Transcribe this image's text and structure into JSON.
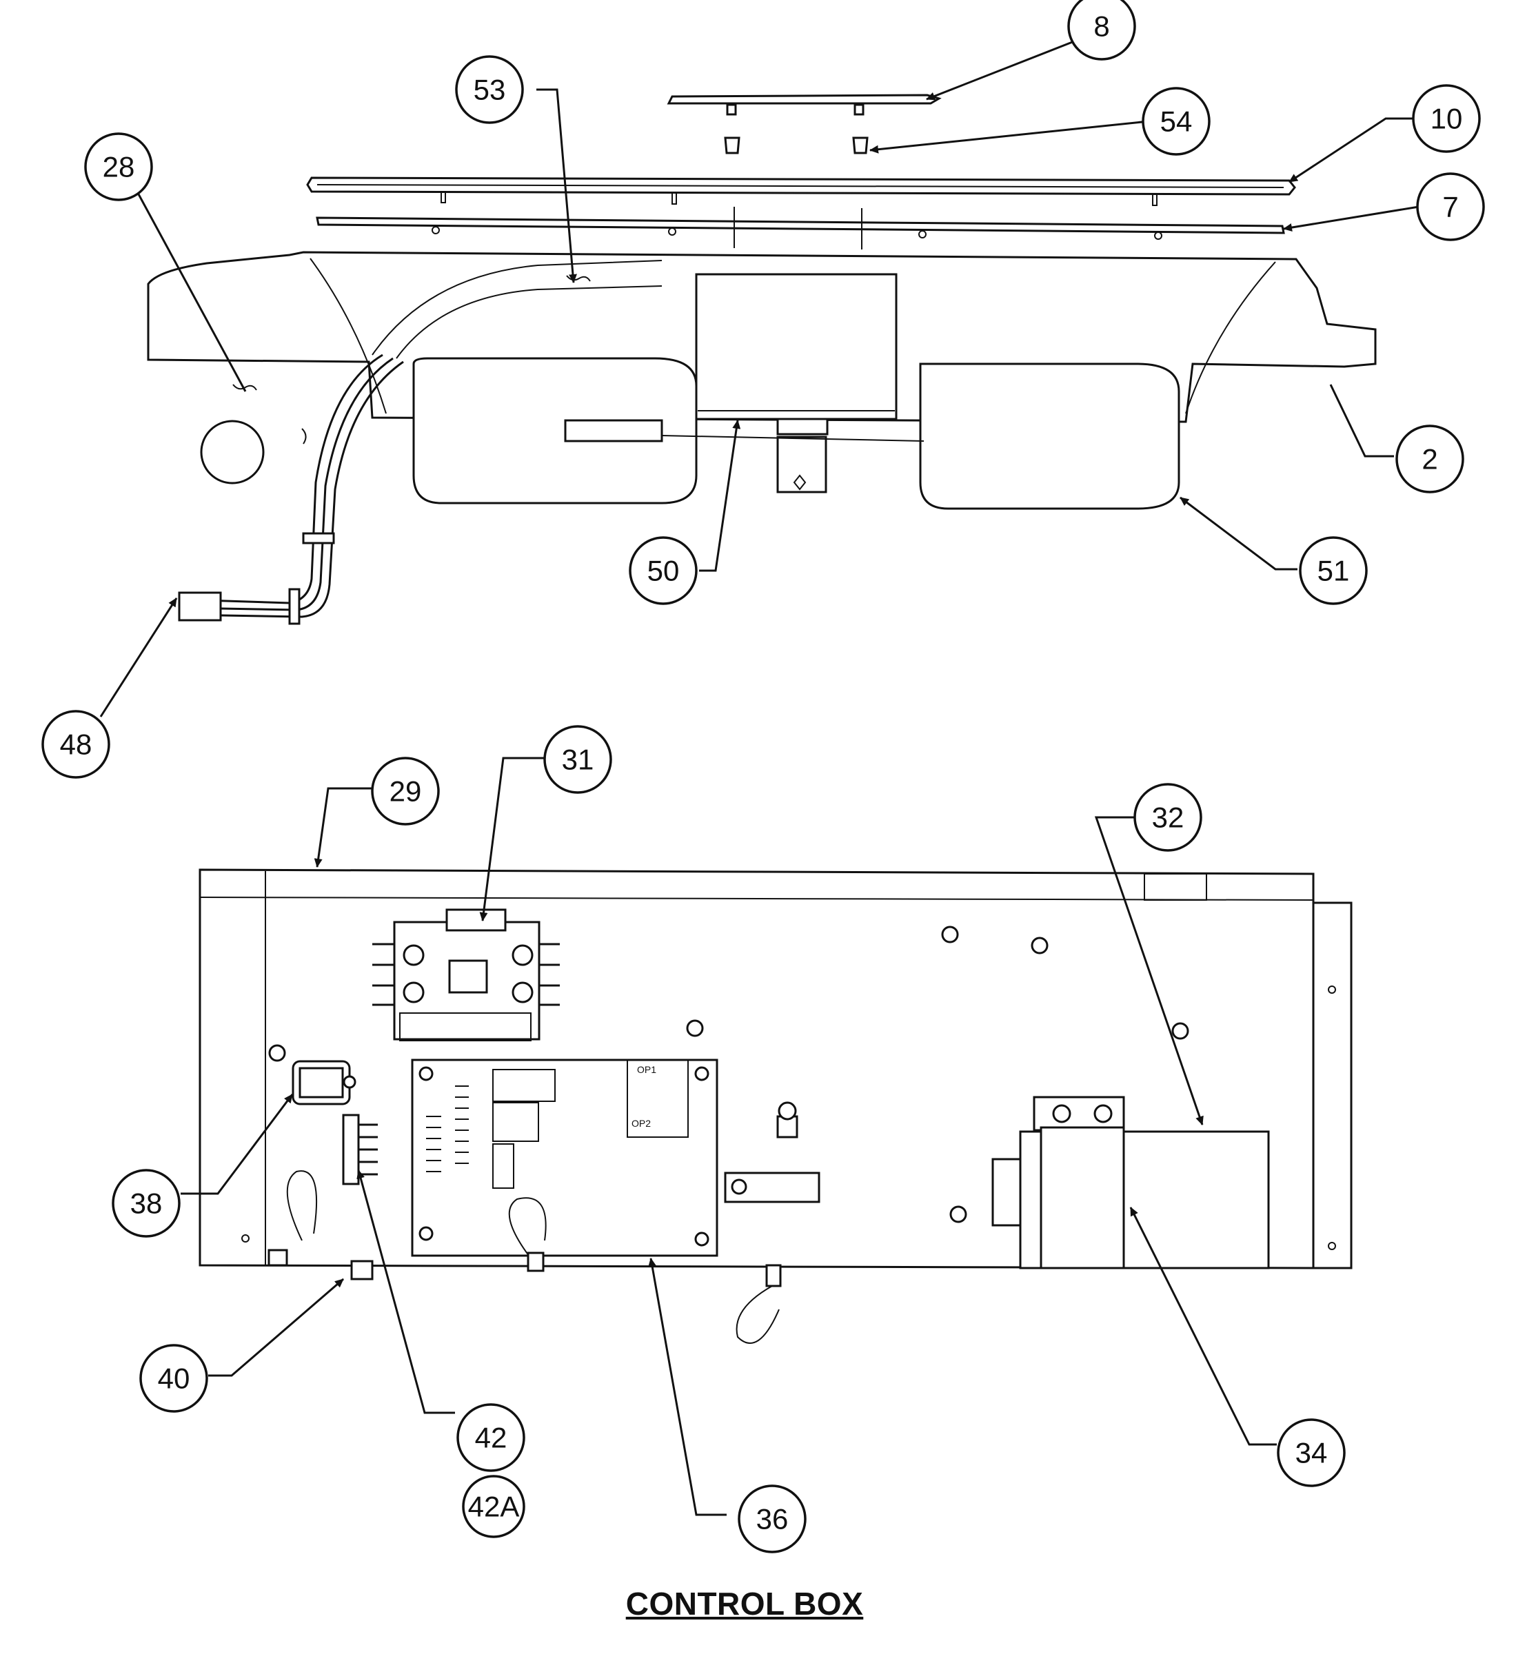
{
  "title": "CONTROL BOX",
  "callouts": [
    {
      "id": "c8",
      "label": "8"
    },
    {
      "id": "c53",
      "label": "53"
    },
    {
      "id": "c54",
      "label": "54"
    },
    {
      "id": "c10",
      "label": "10"
    },
    {
      "id": "c28",
      "label": "28"
    },
    {
      "id": "c7",
      "label": "7"
    },
    {
      "id": "c2",
      "label": "2"
    },
    {
      "id": "c50",
      "label": "50"
    },
    {
      "id": "c51",
      "label": "51"
    },
    {
      "id": "c48",
      "label": "48"
    },
    {
      "id": "c29",
      "label": "29"
    },
    {
      "id": "c31",
      "label": "31"
    },
    {
      "id": "c32",
      "label": "32"
    },
    {
      "id": "c38",
      "label": "38"
    },
    {
      "id": "c34",
      "label": "34"
    },
    {
      "id": "c40",
      "label": "40"
    },
    {
      "id": "c42",
      "label": "42"
    },
    {
      "id": "c42a",
      "label": "42A"
    },
    {
      "id": "c36",
      "label": "36"
    }
  ],
  "board_marks": {
    "op1": "OP1",
    "op2": "OP2"
  }
}
